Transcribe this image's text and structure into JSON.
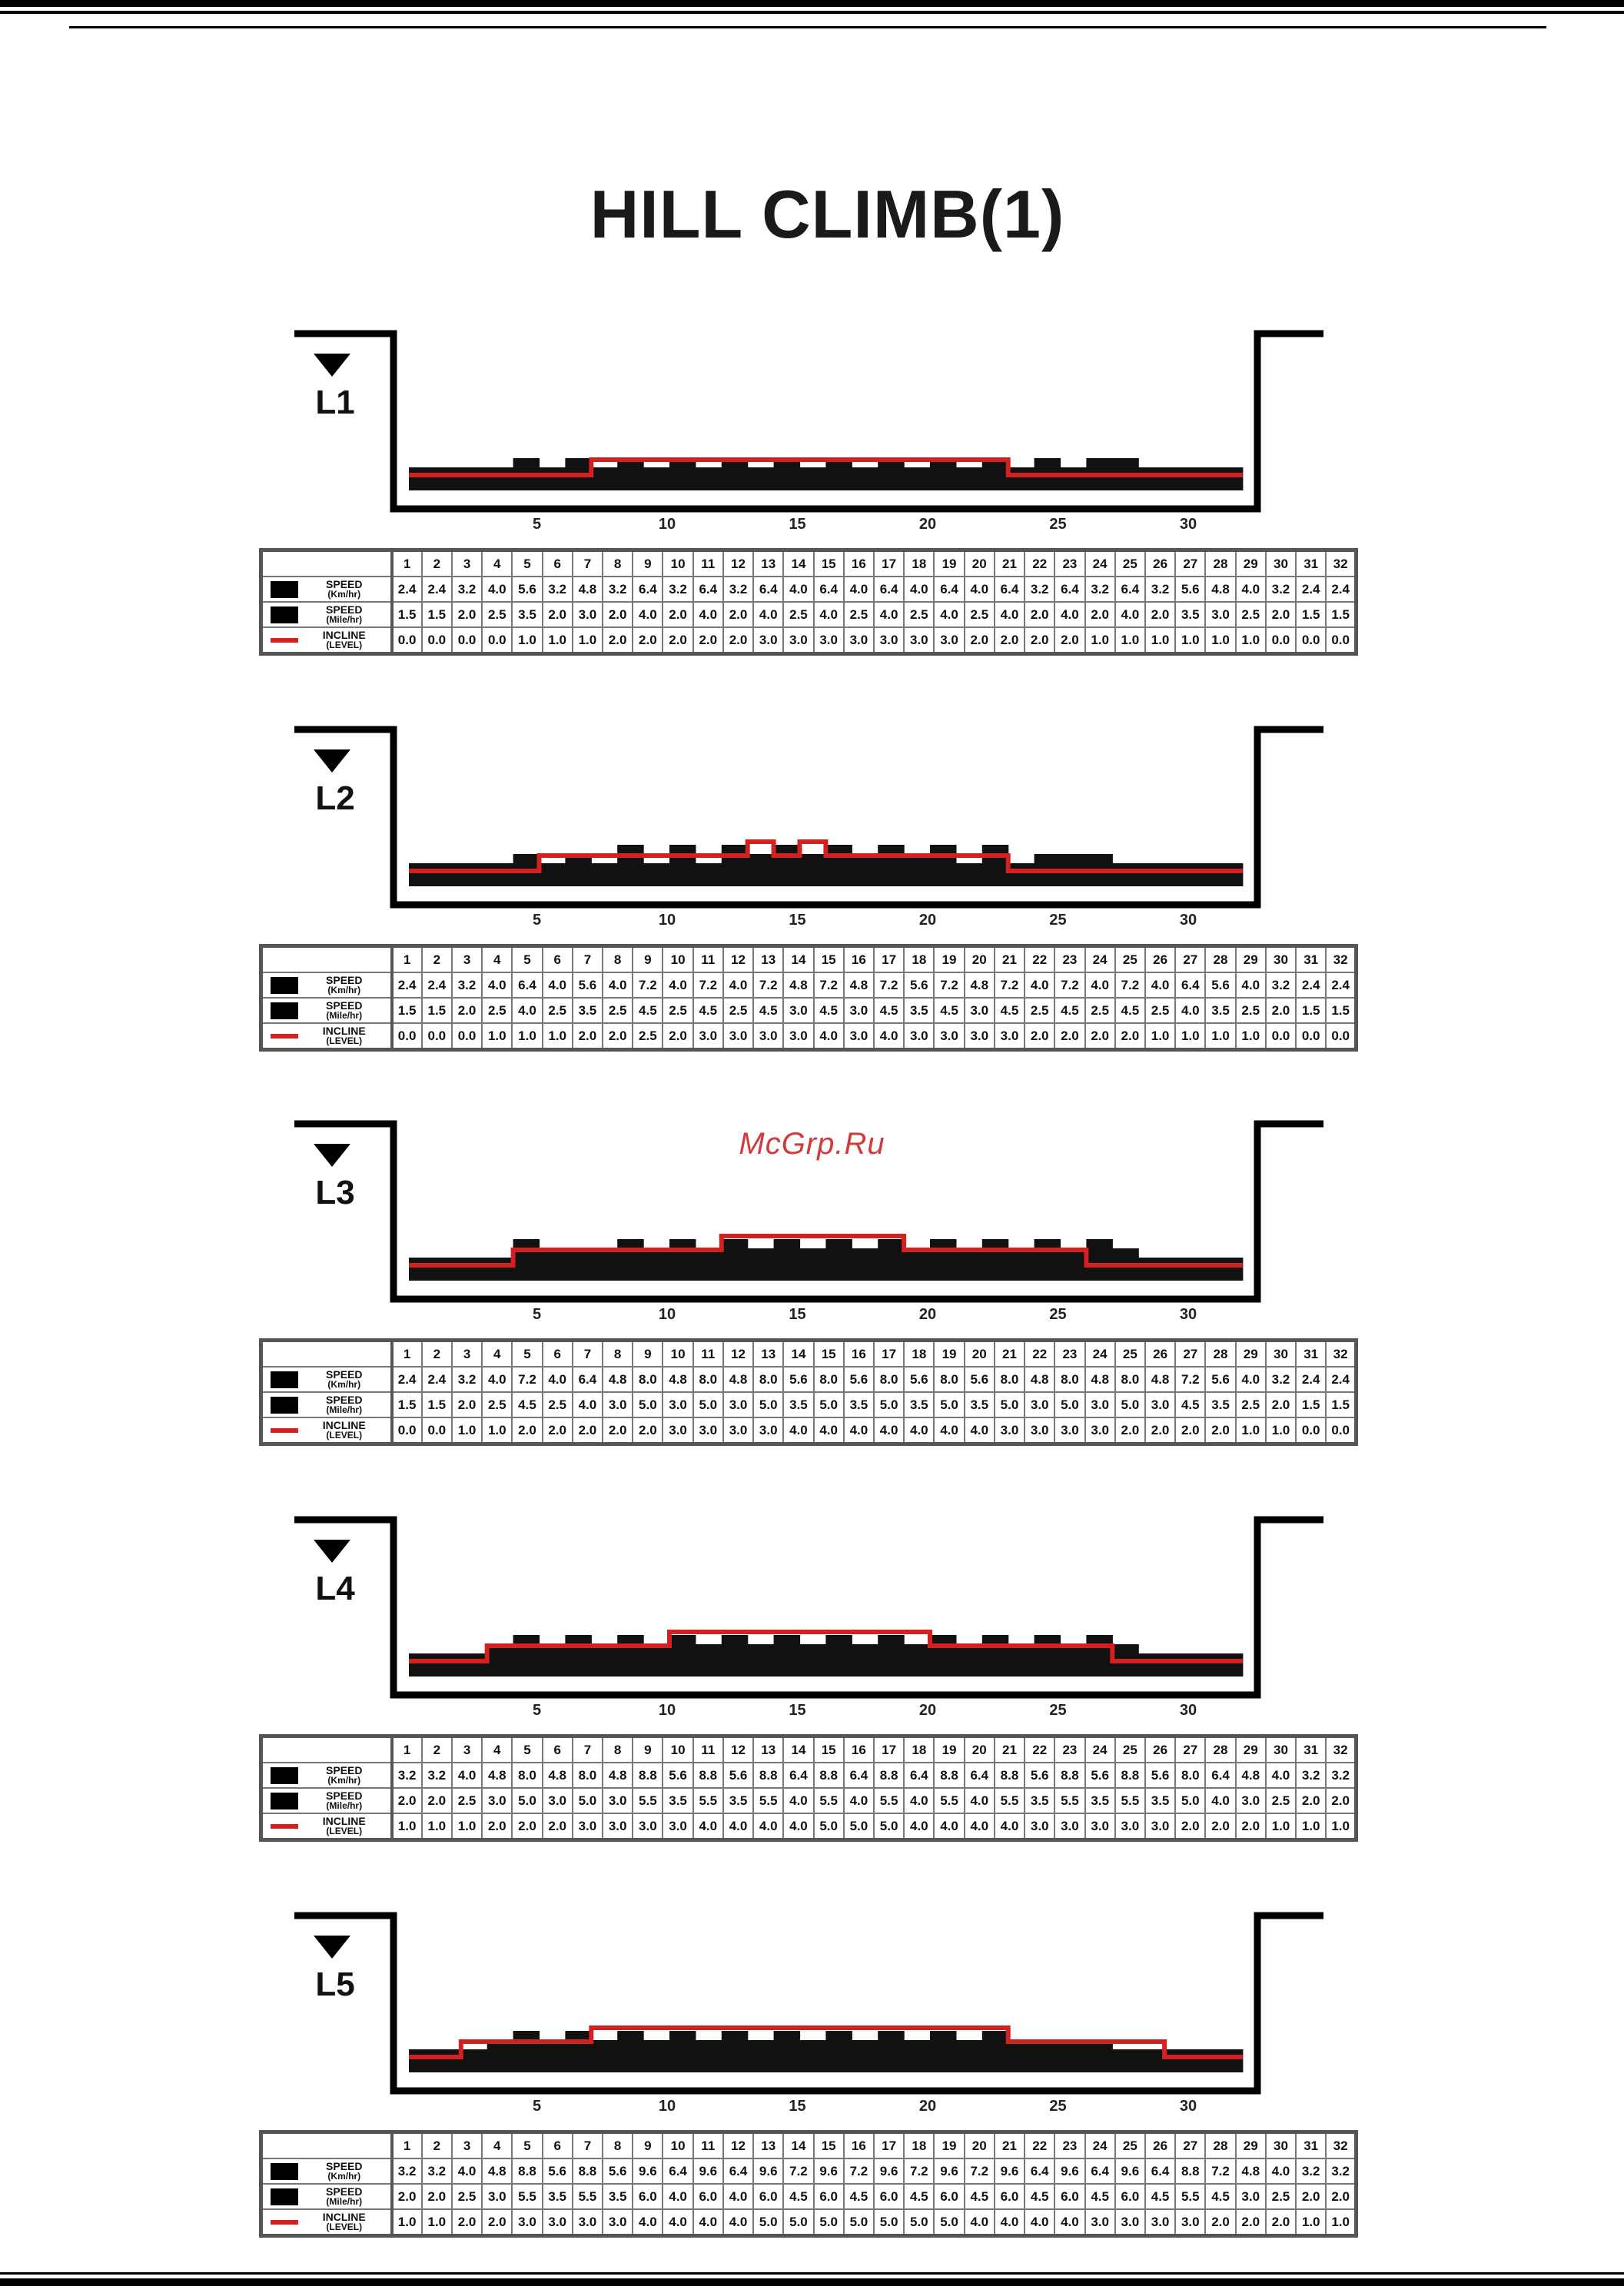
{
  "title": "HILL CLIMB(1)",
  "watermark": "McGrp.Ru",
  "colors": {
    "speed_bar": "#111111",
    "incline_line": "#d32020",
    "frame": "#000000",
    "watermark": "#d23b3b"
  },
  "legend": {
    "speed_kmh": [
      "SPEED",
      "(Km/hr)"
    ],
    "speed_mph": [
      "SPEED",
      "(Mile/hr)"
    ],
    "incline": [
      "INCLINE",
      "(LEVEL)"
    ]
  },
  "segments": [
    1,
    2,
    3,
    4,
    5,
    6,
    7,
    8,
    9,
    10,
    11,
    12,
    13,
    14,
    15,
    16,
    17,
    18,
    19,
    20,
    21,
    22,
    23,
    24,
    25,
    26,
    27,
    28,
    29,
    30,
    31,
    32
  ],
  "axis_ticks": [
    5,
    10,
    15,
    20,
    25,
    30
  ],
  "levels": [
    {
      "label": "L1",
      "speed_kmh": [
        "2.4",
        "2.4",
        "3.2",
        "4.0",
        "5.6",
        "3.2",
        "4.8",
        "3.2",
        "6.4",
        "3.2",
        "6.4",
        "3.2",
        "6.4",
        "4.0",
        "6.4",
        "4.0",
        "6.4",
        "4.0",
        "6.4",
        "4.0",
        "6.4",
        "3.2",
        "6.4",
        "3.2",
        "6.4",
        "3.2",
        "5.6",
        "4.8",
        "4.0",
        "3.2",
        "2.4",
        "2.4"
      ],
      "speed_mph": [
        "1.5",
        "1.5",
        "2.0",
        "2.5",
        "3.5",
        "2.0",
        "3.0",
        "2.0",
        "4.0",
        "2.0",
        "4.0",
        "2.0",
        "4.0",
        "2.5",
        "4.0",
        "2.5",
        "4.0",
        "2.5",
        "4.0",
        "2.5",
        "4.0",
        "2.0",
        "4.0",
        "2.0",
        "4.0",
        "2.0",
        "3.5",
        "3.0",
        "2.5",
        "2.0",
        "1.5",
        "1.5"
      ],
      "incline": [
        "0.0",
        "0.0",
        "0.0",
        "0.0",
        "1.0",
        "1.0",
        "1.0",
        "2.0",
        "2.0",
        "2.0",
        "2.0",
        "2.0",
        "3.0",
        "3.0",
        "3.0",
        "3.0",
        "3.0",
        "3.0",
        "3.0",
        "2.0",
        "2.0",
        "2.0",
        "2.0",
        "1.0",
        "1.0",
        "1.0",
        "1.0",
        "1.0",
        "1.0",
        "0.0",
        "0.0",
        "0.0"
      ]
    },
    {
      "label": "L2",
      "speed_kmh": [
        "2.4",
        "2.4",
        "3.2",
        "4.0",
        "6.4",
        "4.0",
        "5.6",
        "4.0",
        "7.2",
        "4.0",
        "7.2",
        "4.0",
        "7.2",
        "4.8",
        "7.2",
        "4.8",
        "7.2",
        "5.6",
        "7.2",
        "4.8",
        "7.2",
        "4.0",
        "7.2",
        "4.0",
        "7.2",
        "4.0",
        "6.4",
        "5.6",
        "4.0",
        "3.2",
        "2.4",
        "2.4"
      ],
      "speed_mph": [
        "1.5",
        "1.5",
        "2.0",
        "2.5",
        "4.0",
        "2.5",
        "3.5",
        "2.5",
        "4.5",
        "2.5",
        "4.5",
        "2.5",
        "4.5",
        "3.0",
        "4.5",
        "3.0",
        "4.5",
        "3.5",
        "4.5",
        "3.0",
        "4.5",
        "2.5",
        "4.5",
        "2.5",
        "4.5",
        "2.5",
        "4.0",
        "3.5",
        "2.5",
        "2.0",
        "1.5",
        "1.5"
      ],
      "incline": [
        "0.0",
        "0.0",
        "0.0",
        "1.0",
        "1.0",
        "1.0",
        "2.0",
        "2.0",
        "2.5",
        "2.0",
        "3.0",
        "3.0",
        "3.0",
        "3.0",
        "4.0",
        "3.0",
        "4.0",
        "3.0",
        "3.0",
        "3.0",
        "3.0",
        "2.0",
        "2.0",
        "2.0",
        "2.0",
        "1.0",
        "1.0",
        "1.0",
        "1.0",
        "0.0",
        "0.0",
        "0.0"
      ]
    },
    {
      "label": "L3",
      "speed_kmh": [
        "2.4",
        "2.4",
        "3.2",
        "4.0",
        "7.2",
        "4.0",
        "6.4",
        "4.8",
        "8.0",
        "4.8",
        "8.0",
        "4.8",
        "8.0",
        "5.6",
        "8.0",
        "5.6",
        "8.0",
        "5.6",
        "8.0",
        "5.6",
        "8.0",
        "4.8",
        "8.0",
        "4.8",
        "8.0",
        "4.8",
        "7.2",
        "5.6",
        "4.0",
        "3.2",
        "2.4",
        "2.4"
      ],
      "speed_mph": [
        "1.5",
        "1.5",
        "2.0",
        "2.5",
        "4.5",
        "2.5",
        "4.0",
        "3.0",
        "5.0",
        "3.0",
        "5.0",
        "3.0",
        "5.0",
        "3.5",
        "5.0",
        "3.5",
        "5.0",
        "3.5",
        "5.0",
        "3.5",
        "5.0",
        "3.0",
        "5.0",
        "3.0",
        "5.0",
        "3.0",
        "4.5",
        "3.5",
        "2.5",
        "2.0",
        "1.5",
        "1.5"
      ],
      "incline": [
        "0.0",
        "0.0",
        "1.0",
        "1.0",
        "2.0",
        "2.0",
        "2.0",
        "2.0",
        "2.0",
        "3.0",
        "3.0",
        "3.0",
        "3.0",
        "4.0",
        "4.0",
        "4.0",
        "4.0",
        "4.0",
        "4.0",
        "4.0",
        "3.0",
        "3.0",
        "3.0",
        "3.0",
        "2.0",
        "2.0",
        "2.0",
        "2.0",
        "1.0",
        "1.0",
        "0.0",
        "0.0"
      ]
    },
    {
      "label": "L4",
      "speed_kmh": [
        "3.2",
        "3.2",
        "4.0",
        "4.8",
        "8.0",
        "4.8",
        "8.0",
        "4.8",
        "8.8",
        "5.6",
        "8.8",
        "5.6",
        "8.8",
        "6.4",
        "8.8",
        "6.4",
        "8.8",
        "6.4",
        "8.8",
        "6.4",
        "8.8",
        "5.6",
        "8.8",
        "5.6",
        "8.8",
        "5.6",
        "8.0",
        "6.4",
        "4.8",
        "4.0",
        "3.2",
        "3.2"
      ],
      "speed_mph": [
        "2.0",
        "2.0",
        "2.5",
        "3.0",
        "5.0",
        "3.0",
        "5.0",
        "3.0",
        "5.5",
        "3.5",
        "5.5",
        "3.5",
        "5.5",
        "4.0",
        "5.5",
        "4.0",
        "5.5",
        "4.0",
        "5.5",
        "4.0",
        "5.5",
        "3.5",
        "5.5",
        "3.5",
        "5.5",
        "3.5",
        "5.0",
        "4.0",
        "3.0",
        "2.5",
        "2.0",
        "2.0"
      ],
      "incline": [
        "1.0",
        "1.0",
        "1.0",
        "2.0",
        "2.0",
        "2.0",
        "3.0",
        "3.0",
        "3.0",
        "3.0",
        "4.0",
        "4.0",
        "4.0",
        "4.0",
        "5.0",
        "5.0",
        "5.0",
        "4.0",
        "4.0",
        "4.0",
        "4.0",
        "3.0",
        "3.0",
        "3.0",
        "3.0",
        "3.0",
        "2.0",
        "2.0",
        "2.0",
        "1.0",
        "1.0",
        "1.0"
      ]
    },
    {
      "label": "L5",
      "speed_kmh": [
        "3.2",
        "3.2",
        "4.0",
        "4.8",
        "8.8",
        "5.6",
        "8.8",
        "5.6",
        "9.6",
        "6.4",
        "9.6",
        "6.4",
        "9.6",
        "7.2",
        "9.6",
        "7.2",
        "9.6",
        "7.2",
        "9.6",
        "7.2",
        "9.6",
        "6.4",
        "9.6",
        "6.4",
        "9.6",
        "6.4",
        "8.8",
        "7.2",
        "4.8",
        "4.0",
        "3.2",
        "3.2"
      ],
      "speed_mph": [
        "2.0",
        "2.0",
        "2.5",
        "3.0",
        "5.5",
        "3.5",
        "5.5",
        "3.5",
        "6.0",
        "4.0",
        "6.0",
        "4.0",
        "6.0",
        "4.5",
        "6.0",
        "4.5",
        "6.0",
        "4.5",
        "6.0",
        "4.5",
        "6.0",
        "4.5",
        "6.0",
        "4.5",
        "6.0",
        "4.5",
        "5.5",
        "4.5",
        "3.0",
        "2.5",
        "2.0",
        "2.0"
      ],
      "incline": [
        "1.0",
        "1.0",
        "2.0",
        "2.0",
        "3.0",
        "3.0",
        "3.0",
        "3.0",
        "4.0",
        "4.0",
        "4.0",
        "4.0",
        "5.0",
        "5.0",
        "5.0",
        "5.0",
        "5.0",
        "5.0",
        "5.0",
        "4.0",
        "4.0",
        "4.0",
        "4.0",
        "3.0",
        "3.0",
        "3.0",
        "3.0",
        "2.0",
        "2.0",
        "2.0",
        "1.0",
        "1.0"
      ]
    }
  ],
  "chart_data": {
    "type": "bar",
    "categories": [
      1,
      2,
      3,
      4,
      5,
      6,
      7,
      8,
      9,
      10,
      11,
      12,
      13,
      14,
      15,
      16,
      17,
      18,
      19,
      20,
      21,
      22,
      23,
      24,
      25,
      26,
      27,
      28,
      29,
      30,
      31,
      32
    ],
    "xticks": [
      5,
      10,
      15,
      20,
      25,
      30
    ],
    "bar_height_tiers_visible": "speed bars drawn in 4 tiers, incline drawn as red step line",
    "profiles": [
      {
        "label": "L1",
        "speed_tier": [
          1,
          1,
          1,
          1,
          2,
          1,
          2,
          1,
          2,
          1,
          2,
          1,
          2,
          1,
          2,
          1,
          2,
          1,
          2,
          1,
          2,
          1,
          2,
          1,
          2,
          1,
          2,
          2,
          1,
          1,
          1,
          1
        ],
        "incline_tier": [
          0,
          0,
          0,
          0,
          0,
          0,
          0,
          1,
          1,
          1,
          1,
          1,
          1,
          1,
          1,
          1,
          1,
          1,
          1,
          1,
          1,
          1,
          1,
          0,
          0,
          0,
          0,
          0,
          0,
          0,
          0,
          0
        ]
      },
      {
        "label": "L2",
        "speed_tier": [
          1,
          1,
          1,
          1,
          2,
          1,
          2,
          1,
          3,
          1,
          3,
          1,
          3,
          2,
          3,
          2,
          3,
          2,
          3,
          2,
          3,
          1,
          3,
          1,
          2,
          2,
          2,
          1,
          1,
          1,
          1,
          1
        ],
        "incline_tier": [
          0,
          0,
          0,
          0,
          0,
          1,
          1,
          1,
          1,
          1,
          1,
          1,
          1,
          2,
          1,
          2,
          1,
          1,
          1,
          1,
          1,
          1,
          1,
          0,
          0,
          0,
          0,
          0,
          0,
          0,
          0,
          0
        ]
      },
      {
        "label": "L3",
        "speed_tier": [
          1,
          1,
          1,
          1,
          3,
          2,
          2,
          2,
          3,
          2,
          3,
          2,
          3,
          2,
          3,
          2,
          3,
          2,
          3,
          2,
          3,
          2,
          3,
          2,
          3,
          2,
          3,
          2,
          1,
          1,
          1,
          1
        ],
        "incline_tier": [
          0,
          0,
          0,
          0,
          1,
          1,
          1,
          1,
          1,
          1,
          1,
          1,
          2,
          2,
          2,
          2,
          2,
          2,
          2,
          1,
          1,
          1,
          1,
          1,
          1,
          1,
          0,
          0,
          0,
          0,
          0,
          0
        ]
      },
      {
        "label": "L4",
        "speed_tier": [
          1,
          1,
          1,
          2,
          3,
          2,
          3,
          2,
          3,
          2,
          3,
          2,
          3,
          2,
          3,
          2,
          3,
          2,
          3,
          2,
          3,
          2,
          3,
          2,
          3,
          2,
          3,
          2,
          1,
          1,
          1,
          1
        ],
        "incline_tier": [
          0,
          0,
          0,
          1,
          1,
          1,
          1,
          1,
          1,
          1,
          2,
          2,
          2,
          2,
          2,
          2,
          2,
          2,
          2,
          2,
          1,
          1,
          1,
          1,
          1,
          1,
          1,
          0,
          0,
          0,
          0,
          0
        ]
      },
      {
        "label": "L5",
        "speed_tier": [
          1,
          1,
          1,
          2,
          3,
          2,
          3,
          2,
          3,
          2,
          3,
          2,
          3,
          2,
          3,
          2,
          3,
          2,
          3,
          2,
          3,
          2,
          3,
          2,
          2,
          2,
          2,
          1,
          1,
          1,
          1,
          1
        ],
        "incline_tier": [
          0,
          0,
          1,
          1,
          1,
          1,
          1,
          2,
          2,
          2,
          2,
          2,
          2,
          2,
          2,
          2,
          2,
          2,
          2,
          2,
          2,
          2,
          2,
          1,
          1,
          1,
          1,
          1,
          1,
          0,
          0,
          0
        ]
      }
    ]
  }
}
